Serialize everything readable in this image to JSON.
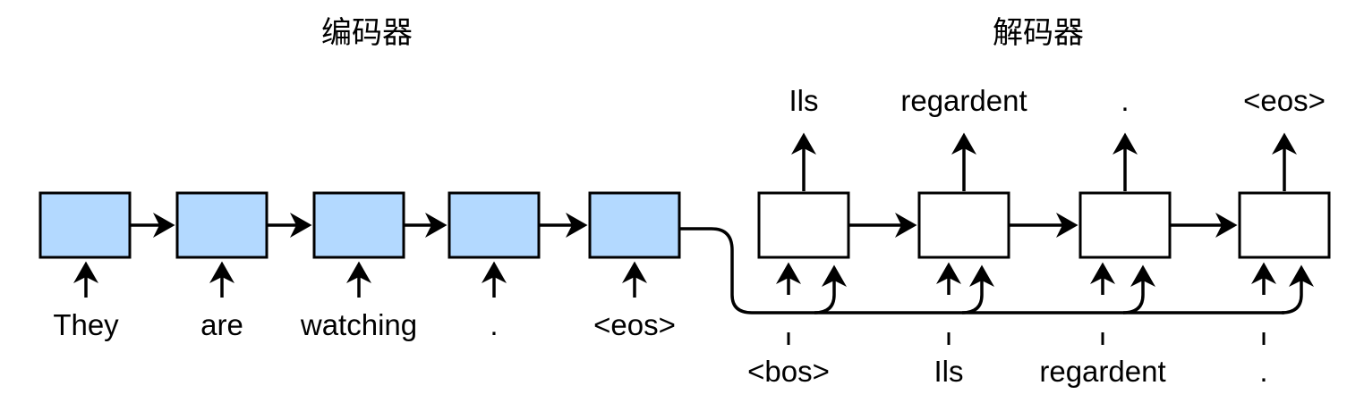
{
  "encoder": {
    "title": "编码器",
    "inputs": [
      "They",
      "are",
      "watching",
      ".",
      "<eos>"
    ],
    "box_color": "#b3d9ff"
  },
  "decoder": {
    "title": "解码器",
    "inputs": [
      "<bos>",
      "Ils",
      "regardent",
      "."
    ],
    "outputs": [
      "Ils",
      "regardent",
      ".",
      "<eos>"
    ],
    "box_color": "#ffffff"
  },
  "icons": {
    "arrow": "arrowhead-icon"
  }
}
